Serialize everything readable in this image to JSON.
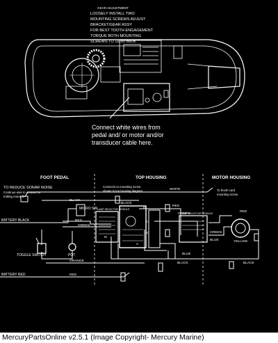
{
  "top_notes": {
    "heading": "GEAR ADJUSTMENT",
    "lines": [
      "LOOSELY INSTALL TWO",
      "MOUNTING SCREWS ADJUST",
      "BRACKET/GEAR ASSY",
      "FOR BEST TOOTH ENGAGEMENT",
      "TORQUE BOTH MOUNTING",
      "SCREWS TO 15-20 IN/LB"
    ]
  },
  "callout": {
    "lines": [
      "Connect white wires from",
      "pedal and/ or motor and/or",
      "transducer cable here."
    ]
  },
  "sections": {
    "foot_pedal": "FOOT PEDAL",
    "top_housing": "TOP HOUSING",
    "motor_housing": "MOTOR HOUSING"
  },
  "notes": {
    "sonar_title": "TO REDUCE SONAR NOISE",
    "sonar_body": [
      "Continue wire to connect to",
      "trolling motor B-"
    ],
    "mounting_screw": [
      "Connects to mounting screw",
      "shown in top housing diagram"
    ],
    "brush_card": [
      "To brush card",
      "mounting screw"
    ]
  },
  "wire_labels": {
    "white": "WHITE",
    "black_top": "BLACK",
    "black_left": "BLACK",
    "black_bottom": "BLACK",
    "black_right": "BLACK",
    "red_left": "RED",
    "red_mid": "RED",
    "red_right": "RED",
    "red_bottom": "RED",
    "green_left": "GREEN",
    "green_mid": "GREEN",
    "green_motor": "GREEN",
    "blue": "BLUE",
    "blue_motor": "BLUE",
    "orange": "ORANGE",
    "yellow": "YELLOW"
  },
  "components": {
    "battery_black": "BATTERY BLACK",
    "battery_red": "BATTERY RED",
    "micro_sw": "MICRO SW.",
    "toggle_switch": "TOGGLE SWITCH",
    "pot": "POT",
    "lamp_selector": "LAMP SELECTOR MODULE",
    "lamp_selector_2": "LAMP SELECTOR MODULE",
    "pins": [
      "A",
      "B",
      "C",
      "D",
      "M"
    ]
  },
  "footer": {
    "text": "MercuryPartsOnline v2.5.1 (Image Copyright- Mercury Marine)"
  }
}
